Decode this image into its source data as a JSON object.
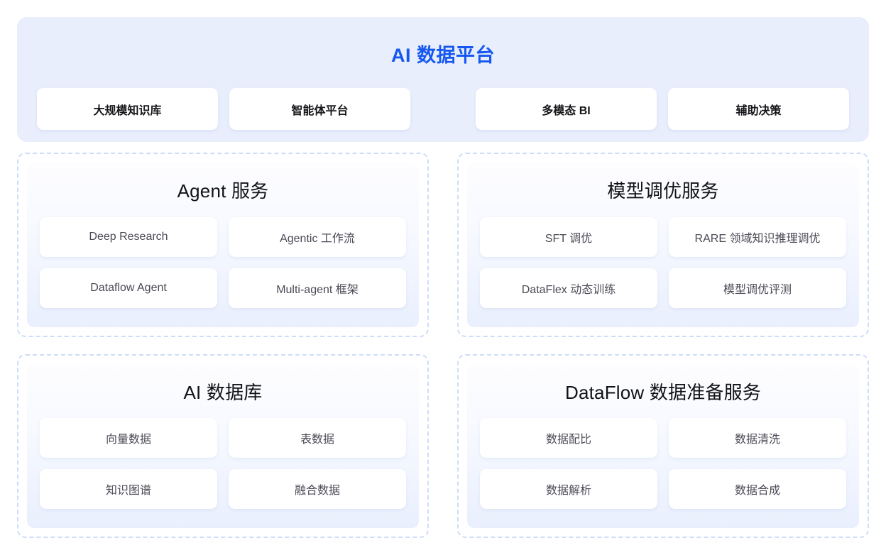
{
  "platform": {
    "title": "AI 数据平台",
    "accent_color": "#1557f0",
    "band_color": "#e9eefd",
    "groups": [
      {
        "name": "left-group",
        "cards": [
          {
            "label": "大规模知识库"
          },
          {
            "label": "智能体平台"
          }
        ]
      },
      {
        "name": "right-group",
        "cards": [
          {
            "label": "多模态 BI"
          },
          {
            "label": "辅助决策"
          }
        ]
      }
    ]
  },
  "panels": [
    {
      "key": "agent-service",
      "title": "Agent 服务",
      "items": [
        {
          "label": "Deep Research"
        },
        {
          "label": "Agentic 工作流"
        },
        {
          "label": "Dataflow Agent"
        },
        {
          "label": "Multi-agent 框架"
        }
      ]
    },
    {
      "key": "model-tuning-service",
      "title": "模型调优服务",
      "items": [
        {
          "label": "SFT 调优"
        },
        {
          "label": "RARE 领域知识推理调优"
        },
        {
          "label": "DataFlex 动态训练"
        },
        {
          "label": "模型调优评测"
        }
      ]
    },
    {
      "key": "ai-database",
      "title": "AI 数据库",
      "items": [
        {
          "label": "向量数据"
        },
        {
          "label": "表数据"
        },
        {
          "label": "知识图谱"
        },
        {
          "label": "融合数据"
        }
      ]
    },
    {
      "key": "dataflow-data-prep-service",
      "title": "DataFlow 数据准备服务",
      "items": [
        {
          "label": "数据配比"
        },
        {
          "label": "数据清洗"
        },
        {
          "label": "数据解析"
        },
        {
          "label": "数据合成"
        }
      ]
    }
  ],
  "style": {
    "dashed_border_color": "#cedcfa",
    "card_background": "#ffffff",
    "item_text_color": "#4a4a55",
    "title_text_color": "#121216",
    "page_background": "#ffffff"
  }
}
